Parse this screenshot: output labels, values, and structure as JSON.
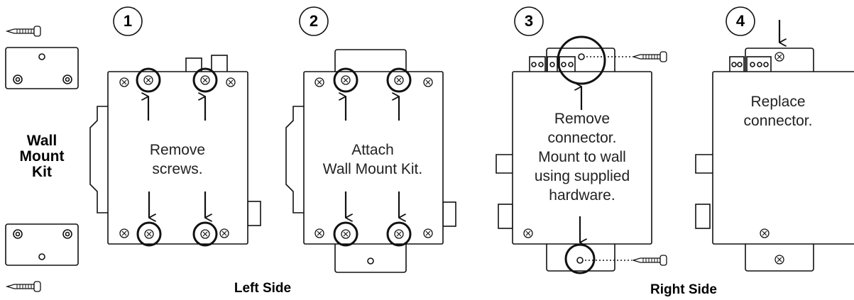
{
  "kit": {
    "title_line1": "Wall",
    "title_line2": "Mount",
    "title_line3": "Kit"
  },
  "steps": [
    {
      "number": "1",
      "caption_line1": "Remove",
      "caption_line2": "screws."
    },
    {
      "number": "2",
      "caption_line1": "Attach",
      "caption_line2": "Wall Mount Kit."
    },
    {
      "number": "3",
      "caption_line1": "Remove",
      "caption_line2": "connector.",
      "caption_line3": "Mount to wall",
      "caption_line4": "using supplied",
      "caption_line5": "hardware."
    },
    {
      "number": "4",
      "caption_line1": "Replace",
      "caption_line2": "connector."
    }
  ],
  "sides": {
    "left": "Left Side",
    "right": "Right Side"
  },
  "colors": {
    "line": "#111111",
    "fill": "#ffffff"
  }
}
